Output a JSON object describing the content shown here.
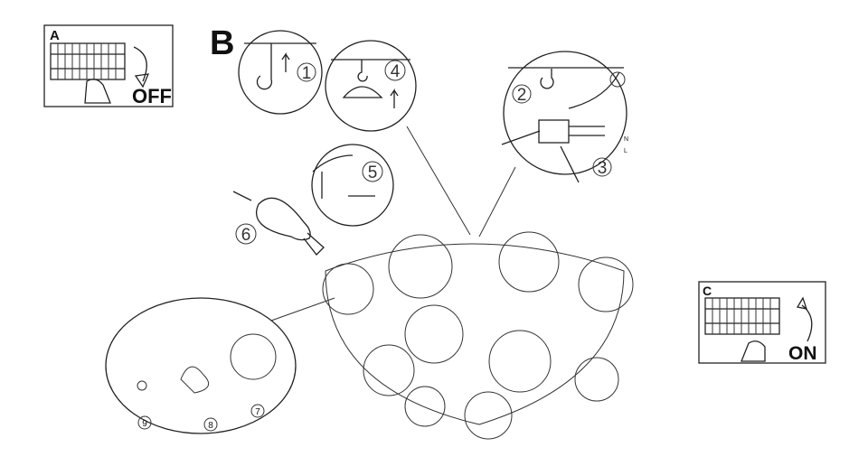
{
  "panels": {
    "a": {
      "label": "A",
      "state": "OFF"
    },
    "b": {
      "label": "B"
    },
    "c": {
      "label": "C",
      "state": "ON"
    }
  },
  "steps": [
    "1",
    "2",
    "3",
    "4",
    "5",
    "6",
    "7",
    "8",
    "9"
  ],
  "wires": {
    "neutral": "N",
    "live": "L"
  }
}
